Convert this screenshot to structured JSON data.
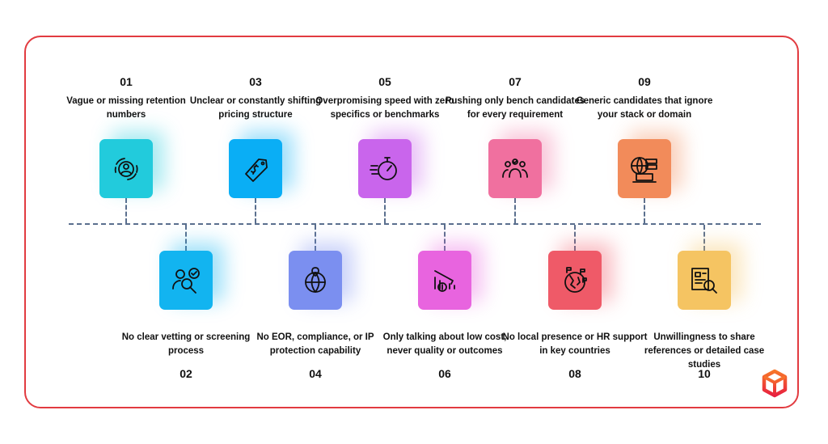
{
  "items": [
    {
      "num": "01",
      "text": "Vague or missing retention numbers",
      "color": "#22cbdc",
      "icon": "user-cycle-icon",
      "pos": "top"
    },
    {
      "num": "02",
      "text": "No clear vetting or screening process",
      "color": "#12b4f0",
      "icon": "user-search-check-icon",
      "pos": "bottom"
    },
    {
      "num": "03",
      "text": "Unclear or constantly shifting pricing structure",
      "color": "#0aaef5",
      "icon": "price-tag-icon",
      "pos": "top"
    },
    {
      "num": "04",
      "text": "No EOR, compliance, or IP protection capability",
      "color": "#7b8ff0",
      "icon": "globe-pin-icon",
      "pos": "bottom"
    },
    {
      "num": "05",
      "text": "Overpromising speed with zero specifics or benchmarks",
      "color": "#c965ec",
      "icon": "stopwatch-icon",
      "pos": "top"
    },
    {
      "num": "06",
      "text": "Only talking about low cost, never quality or outcomes",
      "color": "#e864df",
      "icon": "cost-decline-icon",
      "pos": "bottom"
    },
    {
      "num": "07",
      "text": "Pushing only bench candidates for every requirement",
      "color": "#f0709f",
      "icon": "team-check-icon",
      "pos": "top"
    },
    {
      "num": "08",
      "text": "No local presence or HR support in key countries",
      "color": "#ef5a68",
      "icon": "globe-flags-icon",
      "pos": "bottom"
    },
    {
      "num": "09",
      "text": "Generic candidates that ignore your stack or domain",
      "color": "#f28b5a",
      "icon": "globe-server-icon",
      "pos": "top"
    },
    {
      "num": "10",
      "text": "Unwillingness to share references or detailed case studies",
      "color": "#f5c462",
      "icon": "document-search-icon",
      "pos": "bottom"
    }
  ]
}
